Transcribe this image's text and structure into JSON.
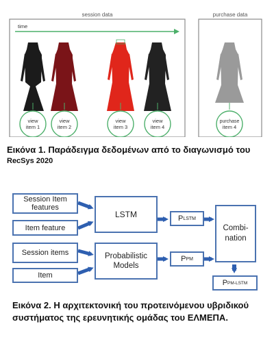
{
  "figure1": {
    "session_label": "session data",
    "purchase_label": "purchase data",
    "time_label": "time",
    "items": [
      {
        "label": "view\nitem 1",
        "dress_color": "#1b1b1b"
      },
      {
        "label": "view\nitem 2",
        "dress_color": "#7a1418"
      },
      {
        "label": "view\nitem 3",
        "dress_color": "#e0261b"
      },
      {
        "label": "view\nitem 4",
        "dress_color": "#222222"
      },
      {
        "label": "purchase\nitem 4",
        "dress_color": "#9a9a9a"
      }
    ],
    "accent_color": "#4caf6a",
    "caption_line1": "Εικόνα 1. Παράδειγμα δεδομένων από το διαγωνισμό του",
    "caption_line2": "RecSys 2020"
  },
  "figure2": {
    "inputs": {
      "session_item_features": "Session Item features",
      "item_feature": "Item feature",
      "session_items": "Session items",
      "item": "Item"
    },
    "models": {
      "lstm": "LSTM",
      "probabilistic": "Probabilistic Models"
    },
    "outputs": {
      "p_lstm_main": "P",
      "p_lstm_sub": "LSTM",
      "p_pm_main": "P",
      "p_pm_sub": "PM",
      "combination": "Combi-nation",
      "p_pm_lstm_main": "P",
      "p_pm_lstm_sub": "PM-LSTM"
    },
    "box_color": "#4a72b0",
    "caption": "Εικόνα 2. Η αρχιτεκτονική του προτεινόμενου υβριδικού συστήματος της ερευνητικής ομάδας του ΕΛΜΕΠΑ."
  }
}
